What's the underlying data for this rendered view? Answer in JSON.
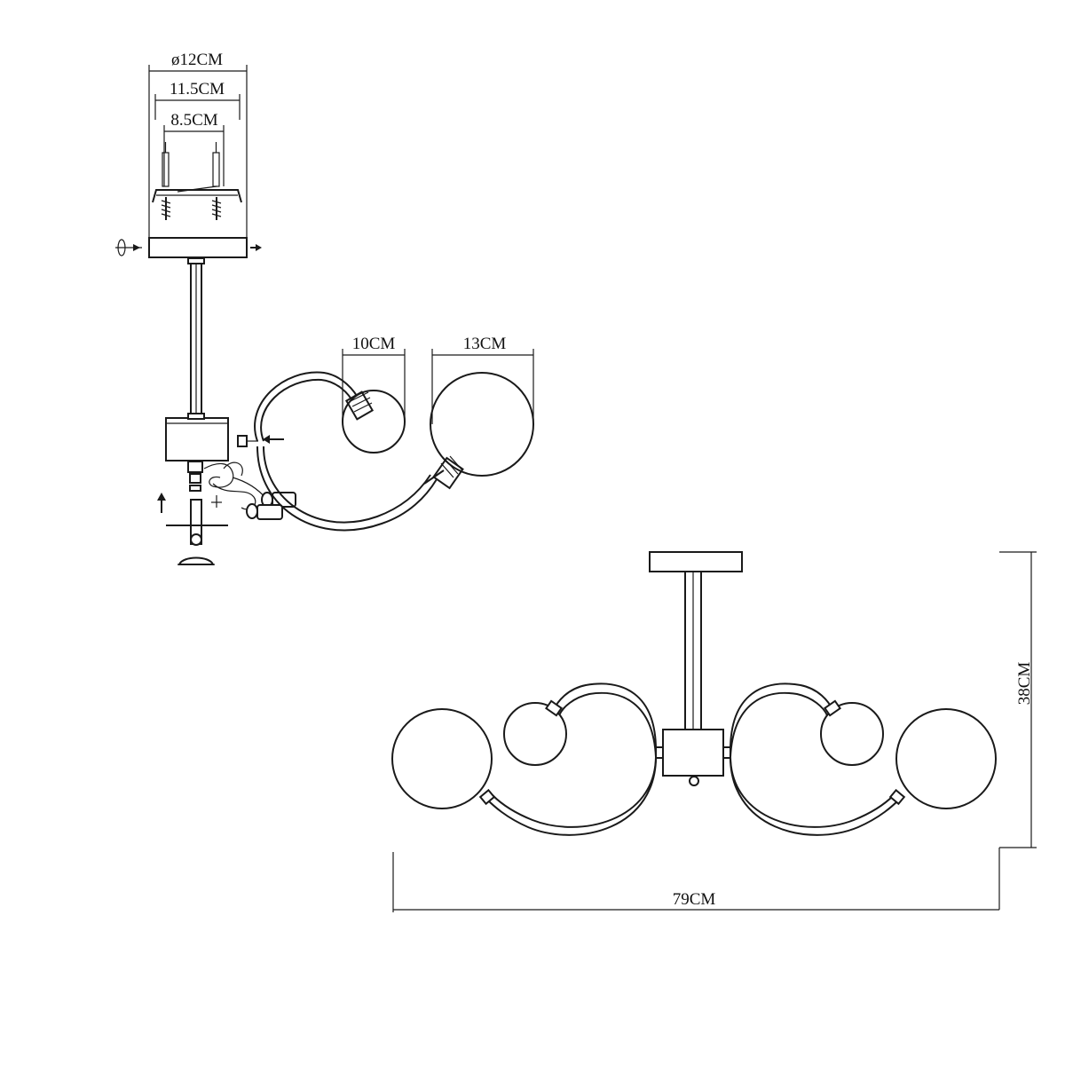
{
  "labels": {
    "canopy_diameter": "ø12CM",
    "canopy_inner": "11.5CM",
    "bracket_width": "8.5CM",
    "small_globe": "10CM",
    "large_globe": "13CM",
    "total_height": "38CM",
    "total_width": "79CM"
  }
}
